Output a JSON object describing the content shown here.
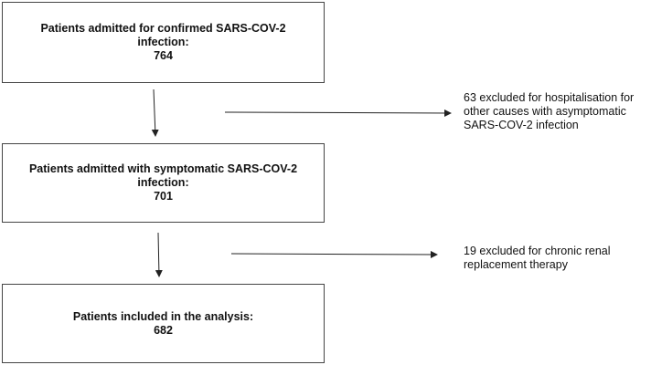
{
  "boxes": [
    {
      "line1": "Patients admitted for confirmed SARS-COV-2",
      "line2": "infection:",
      "count": "764"
    },
    {
      "line1": "Patients admitted with symptomatic SARS-COV-2",
      "line2": "infection:",
      "count": "701"
    },
    {
      "line1": "Patients included in the analysis:",
      "count": "682"
    }
  ],
  "exclusions": [
    {
      "line1": "63 excluded for hospitalisation for",
      "line2": "other causes with asymptomatic",
      "line3": "SARS-COV-2 infection"
    },
    {
      "line1": "19 excluded for chronic renal",
      "line2": "replacement therapy"
    }
  ],
  "colors": {
    "line": "#222222",
    "border": "#444444"
  }
}
